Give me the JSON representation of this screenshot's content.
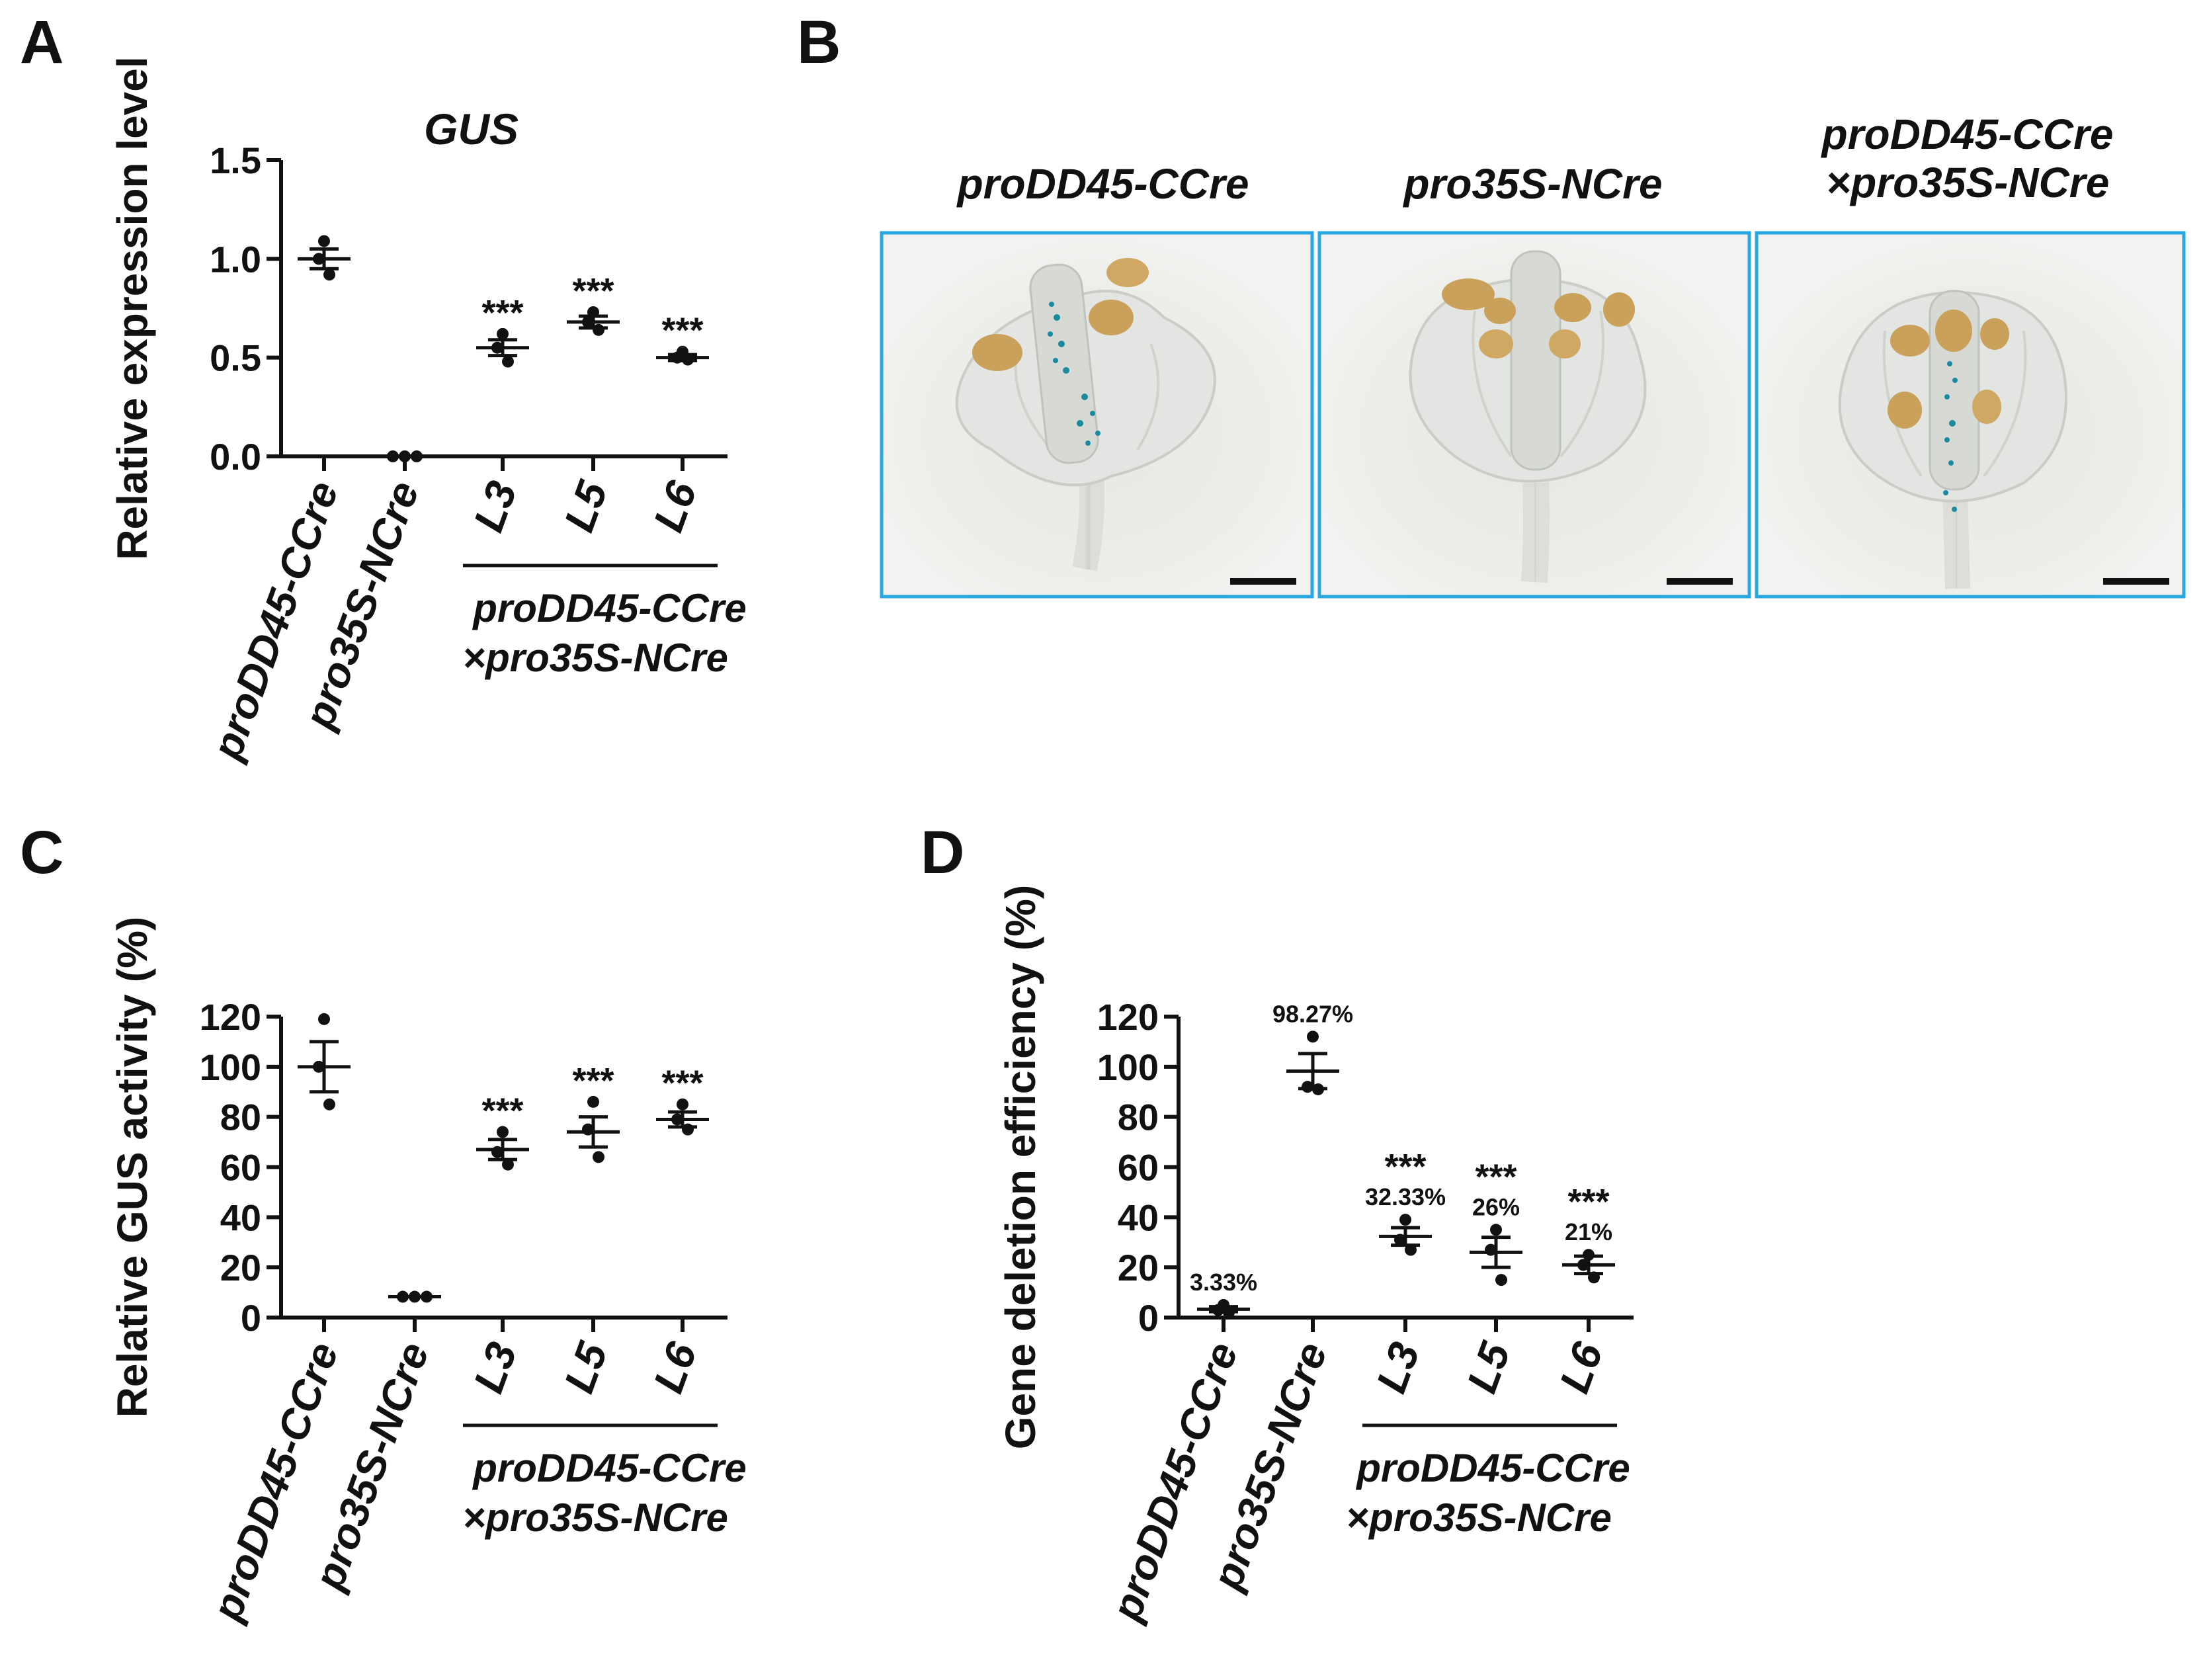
{
  "panels": {
    "A": "A",
    "B": "B",
    "C": "C",
    "D": "D"
  },
  "photos": {
    "frame_color": "#29a7e1",
    "stain_color": "#1a8aa0",
    "items": [
      {
        "title_lines": [
          "proDD45-CCre"
        ]
      },
      {
        "title_lines": [
          "pro35S-NCre"
        ]
      },
      {
        "title_lines": [
          "proDD45-CCre",
          "×pro35S-NCre"
        ]
      }
    ]
  },
  "chart_data": [
    {
      "panel": "A",
      "type": "scatter",
      "title": "GUS",
      "ylabel": "Relative expression level",
      "ylim": [
        0,
        1.5
      ],
      "yticks": [
        "0.0",
        "0.5",
        "1.0",
        "1.5"
      ],
      "ytick_values": [
        0,
        0.5,
        1.0,
        1.5
      ],
      "categories": [
        "proDD45-CCre",
        "pro35S-NCre",
        "L3",
        "L5",
        "L6"
      ],
      "group_label": [
        "proDD45-CCre",
        "×pro35S-NCre"
      ],
      "group_covers": [
        2,
        4
      ],
      "points": [
        [
          1.09,
          1.0,
          0.92
        ],
        [
          0,
          0,
          0
        ],
        [
          0.62,
          0.55,
          0.48
        ],
        [
          0.73,
          0.68,
          0.64
        ],
        [
          0.53,
          0.5,
          0.49
        ]
      ],
      "mean": [
        1.0,
        0,
        0.55,
        0.68,
        0.5
      ],
      "sem": [
        0.05,
        0,
        0.04,
        0.03,
        0.015
      ],
      "significance": [
        "",
        "",
        "***",
        "***",
        "***"
      ],
      "pct_labels": [
        "",
        "",
        "",
        "",
        ""
      ]
    },
    {
      "panel": "C",
      "type": "scatter",
      "title": "",
      "ylabel": "Relative GUS activity (%)",
      "ylim": [
        0,
        120
      ],
      "yticks": [
        "0",
        "20",
        "40",
        "60",
        "80",
        "100",
        "120"
      ],
      "ytick_values": [
        0,
        20,
        40,
        60,
        80,
        100,
        120
      ],
      "categories": [
        "proDD45-CCre",
        "pro35S-NCre",
        "L3",
        "L5",
        "L6"
      ],
      "group_label": [
        "proDD45-CCre",
        "×pro35S-NCre"
      ],
      "group_covers": [
        2,
        4
      ],
      "points": [
        [
          119,
          100,
          85
        ],
        [
          8.3,
          8.3,
          8.3
        ],
        [
          74,
          66,
          61
        ],
        [
          86,
          75,
          64
        ],
        [
          85,
          79,
          75
        ]
      ],
      "mean": [
        100,
        8.3,
        67,
        74,
        79
      ],
      "sem": [
        10,
        0,
        4,
        6,
        3
      ],
      "significance": [
        "",
        "",
        "***",
        "***",
        "***"
      ],
      "pct_labels": [
        "",
        "",
        "",
        "",
        ""
      ]
    },
    {
      "panel": "D",
      "type": "scatter",
      "title": "",
      "ylabel": "Gene deletion efficiency (%)",
      "ylim": [
        0,
        120
      ],
      "yticks": [
        "0",
        "20",
        "40",
        "60",
        "80",
        "100",
        "120"
      ],
      "ytick_values": [
        0,
        20,
        40,
        60,
        80,
        100,
        120
      ],
      "categories": [
        "proDD45-CCre",
        "pro35S-NCre",
        "L3",
        "L5",
        "L6"
      ],
      "group_label": [
        "proDD45-CCre",
        "×pro35S-NCre"
      ],
      "group_covers": [
        2,
        4
      ],
      "points": [
        [
          5,
          3,
          2
        ],
        [
          112,
          92,
          91
        ],
        [
          39,
          31,
          27
        ],
        [
          35,
          27,
          15
        ],
        [
          25,
          21,
          16
        ]
      ],
      "mean": [
        3.33,
        98.27,
        32.33,
        26,
        21
      ],
      "sem": [
        1,
        7,
        3.5,
        6,
        3.5
      ],
      "significance": [
        "",
        "",
        "***",
        "***",
        "***"
      ],
      "pct_labels": [
        "3.33%",
        "98.27%",
        "32.33%",
        "26%",
        "21%"
      ]
    }
  ]
}
